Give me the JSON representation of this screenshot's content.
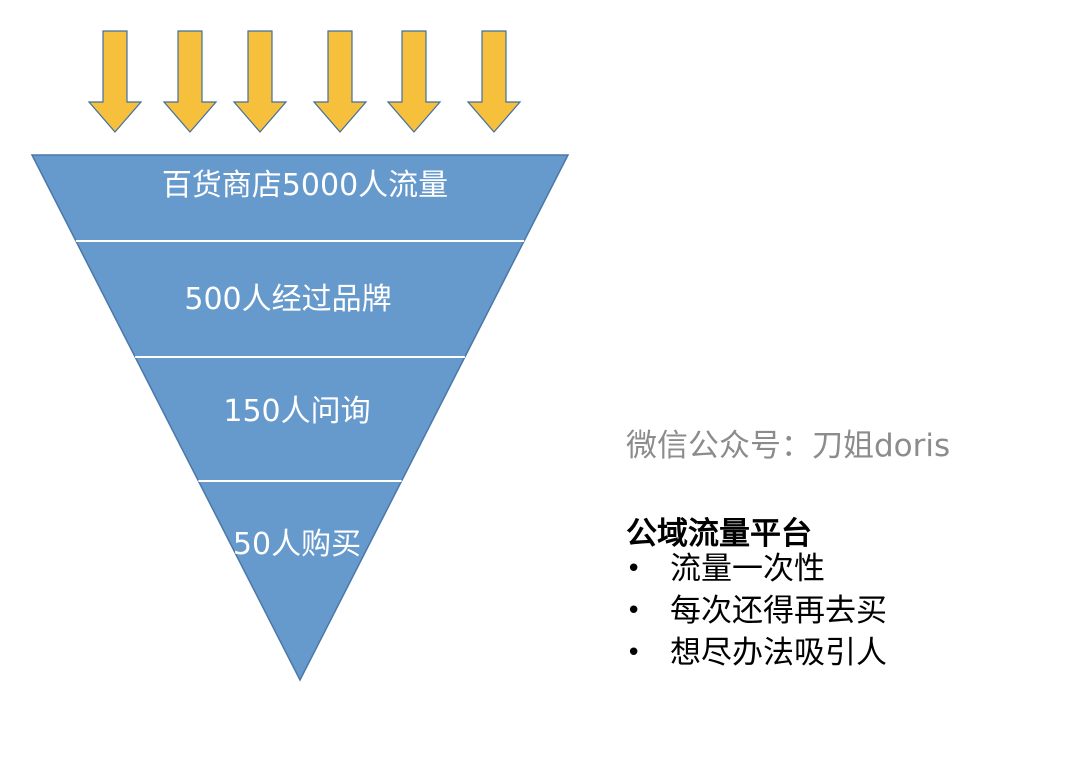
{
  "colors": {
    "funnel_fill": "#6699cc",
    "funnel_stroke": "#4a78a8",
    "divider": "#ffffff",
    "arrow_fill": "#f6c03c",
    "arrow_stroke": "#3f6fa0",
    "watermark_text": "#8c8c8c"
  },
  "icons": {
    "arrow": "down-arrow-icon"
  },
  "funnel": {
    "arrow_count": 6,
    "stages": [
      {
        "label": "百货商店5000人流量"
      },
      {
        "label": "500人经过品牌"
      },
      {
        "label": "150人问询"
      },
      {
        "label": "50人购买"
      }
    ]
  },
  "watermark": "微信公众号：刀姐doris",
  "platform": {
    "title": "公域流量平台",
    "bullets": [
      "流量一次性",
      "每次还得再去买",
      "想尽办法吸引人"
    ]
  }
}
